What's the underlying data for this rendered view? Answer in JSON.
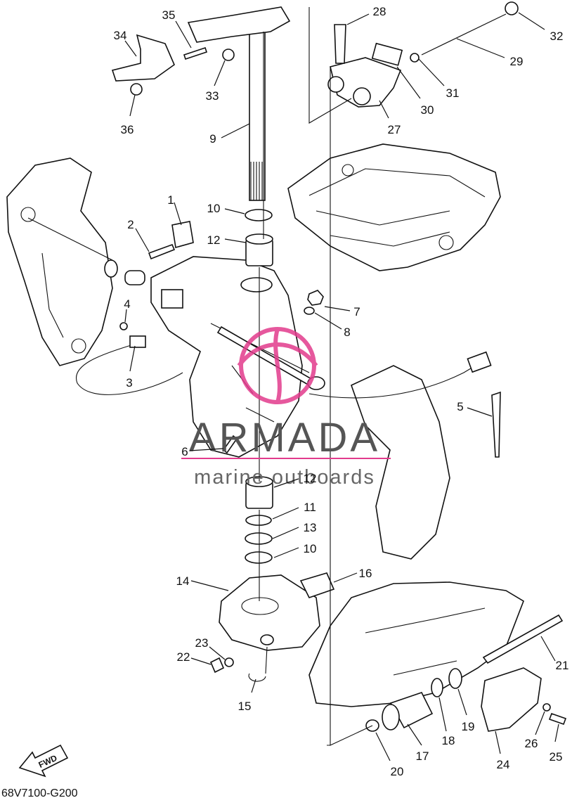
{
  "diagram": {
    "reference_code": "68V7100-G200",
    "direction_label": "FWD",
    "watermark": {
      "brand": "ARMADA",
      "tagline": "marine outboards",
      "accent_color": "#e23b8c"
    },
    "callouts": [
      "1",
      "2",
      "3",
      "4",
      "5",
      "6",
      "7",
      "8",
      "9",
      "10",
      "10",
      "11",
      "12",
      "12",
      "13",
      "14",
      "15",
      "16",
      "17",
      "18",
      "19",
      "20",
      "21",
      "22",
      "23",
      "24",
      "25",
      "26",
      "27",
      "28",
      "29",
      "30",
      "31",
      "32",
      "33",
      "34",
      "35",
      "36"
    ]
  }
}
